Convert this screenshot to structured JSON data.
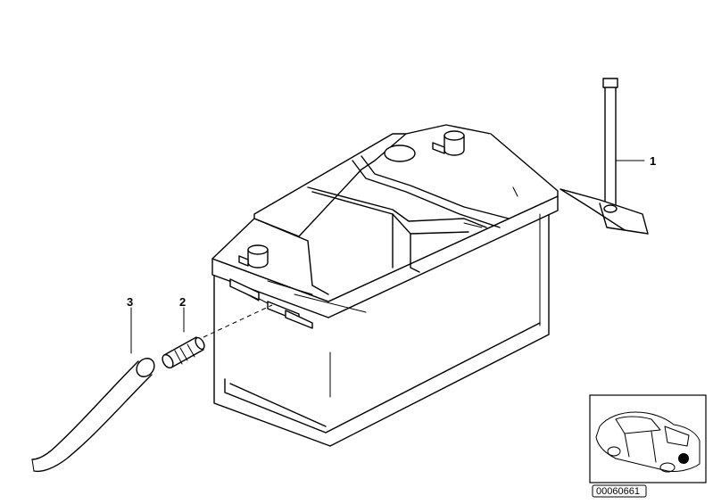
{
  "diagram": {
    "callouts": [
      {
        "id": "1",
        "label": "1"
      },
      {
        "id": "2",
        "label": "2"
      },
      {
        "id": "3",
        "label": "3"
      }
    ],
    "part_number": "00060661"
  }
}
